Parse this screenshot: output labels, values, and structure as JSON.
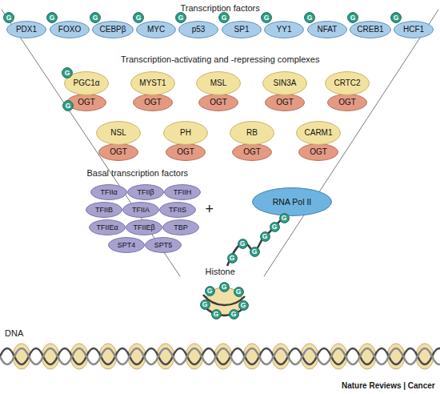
{
  "diagram": {
    "nodes": [
      {
        "text": [
          "PDX1"
        ]
      },
      {
        "text": [
          "G"
        ]
      },
      {
        "text": [
          "FOXO"
        ]
      },
      {
        "text": [
          "G"
        ]
      },
      {
        "text": [
          "CEBPβ"
        ]
      },
      {
        "text": [
          "G"
        ]
      },
      {
        "text": [
          "MYC"
        ]
      },
      {
        "text": [
          "G"
        ]
      },
      {
        "text": [
          "p53"
        ]
      },
      {
        "text": [
          "G"
        ]
      },
      {
        "text": [
          "SP1"
        ]
      },
      {
        "text": [
          "G"
        ]
      },
      {
        "text": [
          "YY1"
        ]
      },
      {
        "text": [
          "G"
        ]
      },
      {
        "text": [
          "NFAT"
        ]
      },
      {
        "text": [
          "G"
        ]
      },
      {
        "text": [
          "CREB1"
        ]
      },
      {
        "text": [
          "G"
        ]
      },
      {
        "text": [
          "HCF1"
        ]
      },
      {
        "text": [
          "G"
        ]
      },
      {
        "text": [
          "PGC1α"
        ]
      },
      {
        "text": [
          "G"
        ]
      },
      {
        "text": [
          "OGT"
        ]
      },
      {
        "text": [
          "G"
        ]
      },
      {
        "text": [
          "MYST1"
        ]
      },
      {
        "text": [
          "OGT"
        ]
      },
      {
        "text": [
          "MSL"
        ]
      },
      {
        "text": [
          "OGT"
        ]
      },
      {
        "text": [
          "SIN3A"
        ]
      },
      {
        "text": [
          "OGT"
        ]
      },
      {
        "text": [
          "CRTC2"
        ]
      },
      {
        "text": [
          "OGT"
        ]
      },
      {
        "text": [
          "NSL"
        ]
      },
      {
        "text": [
          "OGT"
        ]
      },
      {
        "text": [
          "PH"
        ]
      },
      {
        "text": [
          "OGT"
        ]
      },
      {
        "text": [
          "RB"
        ]
      },
      {
        "text": [
          "OGT"
        ]
      },
      {
        "text": [
          "CARM1"
        ]
      },
      {
        "text": [
          "OGT"
        ]
      },
      {
        "text": [
          "TFIIα"
        ]
      },
      {
        "text": [
          "TFIIβ"
        ]
      },
      {
        "text": [
          "TFIIH"
        ]
      },
      {
        "text": [
          "TFIIB"
        ]
      },
      {
        "text": [
          "TFIIA"
        ]
      },
      {
        "text": [
          "TFIIS"
        ]
      },
      {
        "text": [
          "TFIIEα"
        ]
      },
      {
        "text": [
          "TFIIEβ"
        ]
      },
      {
        "text": [
          "TBP"
        ]
      },
      {
        "text": [
          "SPT4"
        ]
      },
      {
        "text": [
          "SPT5"
        ]
      },
      {
        "text": [
          "RNA Pol II"
        ]
      },
      {
        "text": [
          "G"
        ]
      },
      {
        "text": [
          "G"
        ]
      },
      {
        "text": [
          "G"
        ]
      },
      {
        "text": [
          "G"
        ]
      },
      {
        "text": [
          "G"
        ]
      },
      {
        "text": [
          "G"
        ]
      },
      {
        "text": [
          "G"
        ]
      },
      {
        "text": [
          "G"
        ]
      },
      {
        "text": [
          "G"
        ]
      },
      {
        "text": [
          "G"
        ]
      },
      {
        "text": [
          "G"
        ]
      },
      {
        "text": [
          "G"
        ]
      },
      {
        "text": [
          "G"
        ]
      }
    ],
    "labels": [
      "Transcription factors",
      "Transcription-activating and -repressing complexes",
      "Basal transcription factors",
      "+",
      "Histone",
      "DNA",
      "Nature Reviews | Cancer"
    ]
  }
}
